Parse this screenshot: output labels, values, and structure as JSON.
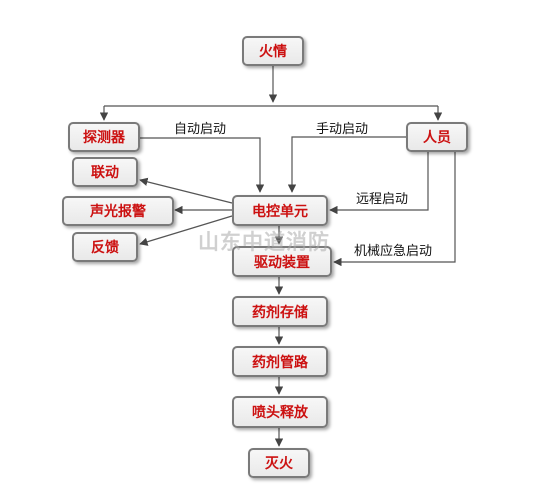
{
  "diagram": {
    "nodes": {
      "fire": "火情",
      "detector": "探测器",
      "personnel": "人员",
      "linkage": "联动",
      "alarm": "声光报警",
      "feedback": "反馈",
      "control_unit": "电控单元",
      "drive_device": "驱动装置",
      "agent_storage": "药剂存储",
      "agent_pipe": "药剂管路",
      "nozzle_release": "喷头释放",
      "extinguish": "灭火"
    },
    "edge_labels": {
      "auto_start": "自动启动",
      "manual_start": "手动启动",
      "remote_start": "远程启动",
      "mechanical_emergency_start": "机械应急启动"
    },
    "watermark": "山东中道消防"
  }
}
